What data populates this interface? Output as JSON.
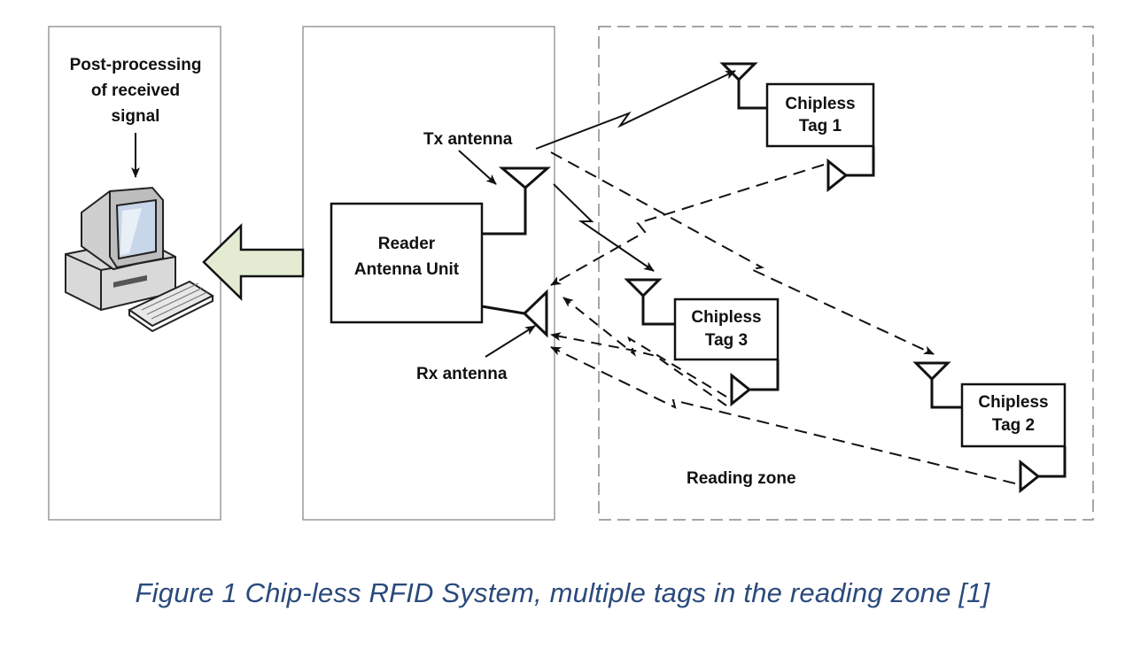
{
  "labels": {
    "post_processing_line1": "Post-processing",
    "post_processing_line2": "of received",
    "post_processing_line3": "signal",
    "tx_antenna": "Tx antenna",
    "rx_antenna": "Rx antenna",
    "reader_line1": "Reader",
    "reader_line2": "Antenna Unit",
    "reading_zone": "Reading zone"
  },
  "tags": [
    {
      "line1": "Chipless",
      "line2": "Tag 1"
    },
    {
      "line1": "Chipless",
      "line2": "Tag 2"
    },
    {
      "line1": "Chipless",
      "line2": "Tag 3"
    }
  ],
  "caption": "Figure 1 Chip-less RFID System, multiple tags in the reading zone [1]",
  "colors": {
    "arrow_fill": "#e3ecd2",
    "caption": "#2a4a7c",
    "monitor_screen": "#c7d6e8"
  }
}
